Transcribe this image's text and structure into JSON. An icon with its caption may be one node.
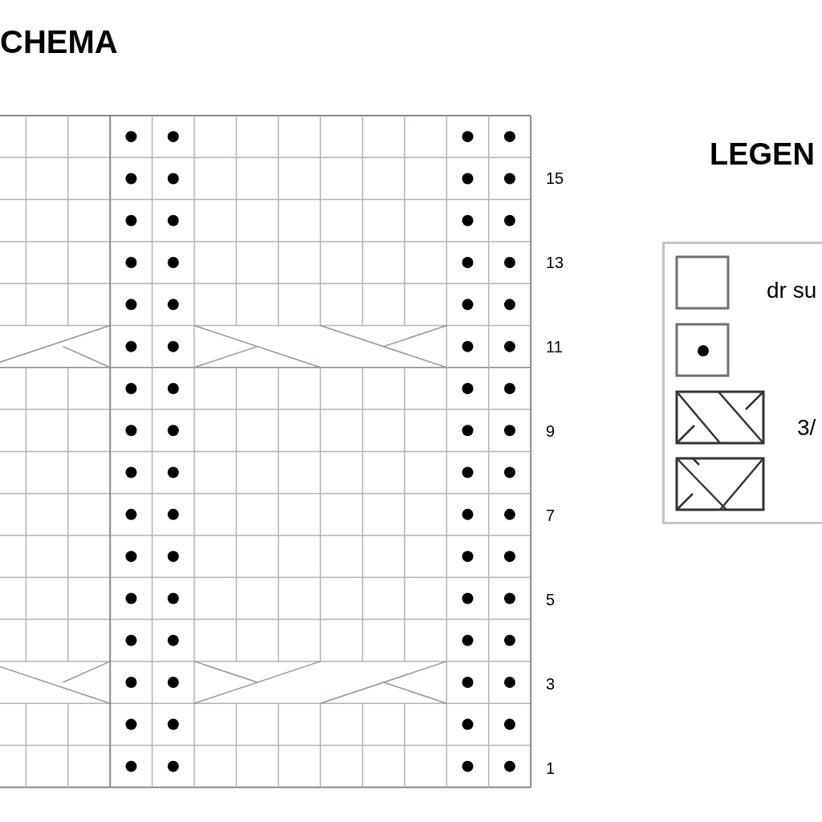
{
  "diagram": {
    "title": "CHEMA",
    "labels": [
      "LEGEN",
      "15",
      "13",
      "11",
      "9",
      "7",
      "5",
      "3",
      "1"
    ],
    "legend": [
      {
        "text": "dr su"
      },
      {
        "text": "3/"
      }
    ]
  }
}
